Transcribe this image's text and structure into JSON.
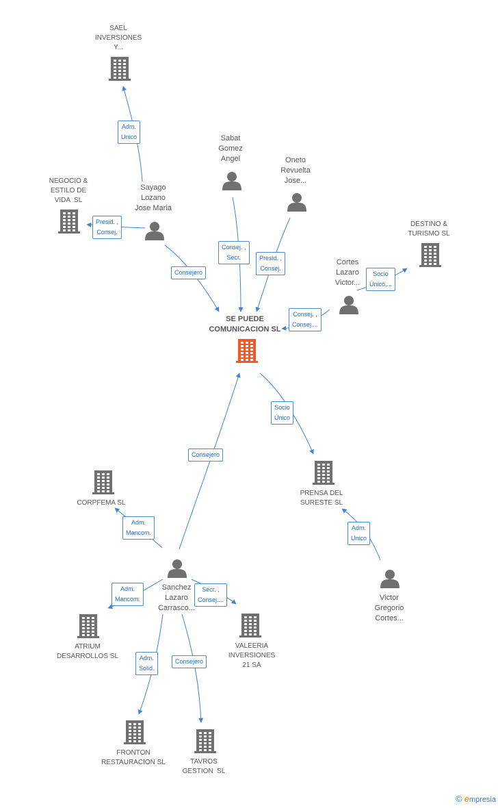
{
  "nodes": [
    {
      "id": "main",
      "type": "main-company",
      "label": "SE PUEDE\nCOMUNICACION SL"
    },
    {
      "id": "sael",
      "type": "company",
      "label": "SAEL\nINVERSIONES\nY..."
    },
    {
      "id": "negocio",
      "type": "company",
      "label": "NEGOCIO &\nESTILO DE\nVIDA  SL"
    },
    {
      "id": "destino",
      "type": "company",
      "label": "DESTINO &\nTURISMO SL"
    },
    {
      "id": "corpfema",
      "type": "company",
      "label": "CORPFEMA SL"
    },
    {
      "id": "prensa",
      "type": "company",
      "label": "PRENSA DEL\nSURESTE SL"
    },
    {
      "id": "atrium",
      "type": "company",
      "label": "ATRIUM\nDESARROLLOS SL"
    },
    {
      "id": "valeeria",
      "type": "company",
      "label": "VALEERIA\nINVERSIONES\n21 SA"
    },
    {
      "id": "fronton",
      "type": "company",
      "label": "FRONTON\nRESTAURACION SL"
    },
    {
      "id": "tavros",
      "type": "company",
      "label": "TAVROS\nGESTION  SL"
    },
    {
      "id": "sayago",
      "type": "person",
      "label": "Sayago\nLozano\nJose Maria"
    },
    {
      "id": "sabat",
      "type": "person",
      "label": "Sabat\nGomez\nAngel"
    },
    {
      "id": "oneto",
      "type": "person",
      "label": "Oneto\nRevuelta\nJose..."
    },
    {
      "id": "cortes",
      "type": "person",
      "label": "Cortes\nLazaro\nVictor..."
    },
    {
      "id": "sanchez",
      "type": "person",
      "label": "Sanchez\nLazaro\nCarrasco..."
    },
    {
      "id": "victor",
      "type": "person",
      "label": "Victor\nGregorio\nCortes..."
    }
  ],
  "edges": [
    {
      "from": "sayago",
      "to": "sael",
      "label": "Adm.\nUnico"
    },
    {
      "from": "sayago",
      "to": "negocio",
      "label": "Presid. ,\nConsej."
    },
    {
      "from": "sayago",
      "to": "main",
      "label": "Consejero"
    },
    {
      "from": "sabat",
      "to": "main",
      "label": "Consej. ,\nSecr."
    },
    {
      "from": "oneto",
      "to": "main",
      "label": "Presid. ,\nConsej."
    },
    {
      "from": "cortes",
      "to": "main",
      "label": "Consej. ,\nConsej...."
    },
    {
      "from": "cortes",
      "to": "destino",
      "label": "Socio\nÚnico,..."
    },
    {
      "from": "main",
      "to": "prensa",
      "label": "Socio\nÚnico"
    },
    {
      "from": "sanchez",
      "to": "main",
      "label": "Consejero"
    },
    {
      "from": "sanchez",
      "to": "corpfema",
      "label": "Adm.\nMancom."
    },
    {
      "from": "sanchez",
      "to": "atrium",
      "label": "Adm.\nMancom."
    },
    {
      "from": "sanchez",
      "to": "valeeria",
      "label": "Secr. ,\nConsej...."
    },
    {
      "from": "sanchez",
      "to": "fronton",
      "label": "Adm.\nSolid."
    },
    {
      "from": "sanchez",
      "to": "tavros",
      "label": "Consejero"
    },
    {
      "from": "victor",
      "to": "prensa",
      "label": "Adm.\nUnico"
    }
  ],
  "colors": {
    "edge": "#3f82d6",
    "company": "#707070",
    "main": "#f05a28",
    "person": "#707070",
    "edge_text": "#2a6cc0"
  },
  "footer": {
    "copyright": "©",
    "brand_e": "e",
    "brand_rest": "mpresia"
  }
}
